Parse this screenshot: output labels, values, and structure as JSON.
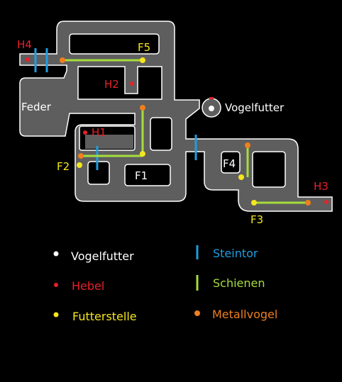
{
  "colors": {
    "vogelfutter": "#ffffff",
    "hebel": "#e8202a",
    "futterstelle": "#f5e61e",
    "steintor": "#1e9ee0",
    "schienen": "#a6dd3c",
    "metallvogel": "#f07f1e"
  },
  "map": {
    "rooms": {
      "feder": "Feder",
      "vogelfutter": "Vogelfutter"
    },
    "hebel": [
      {
        "id": "h1",
        "label": "H1"
      },
      {
        "id": "h2",
        "label": "H2"
      },
      {
        "id": "h3",
        "label": "H3"
      },
      {
        "id": "h4",
        "label": "H4"
      }
    ],
    "futterstellen": [
      {
        "id": "f1",
        "label": "F1"
      },
      {
        "id": "f2",
        "label": "F2"
      },
      {
        "id": "f3",
        "label": "F3"
      },
      {
        "id": "f4",
        "label": "F4"
      },
      {
        "id": "f5",
        "label": "F5"
      }
    ]
  },
  "legend": {
    "vogelfutter": "Vogelfutter",
    "hebel": "Hebel",
    "futterstelle": "Futterstelle",
    "steintor": "Steintor",
    "schienen": "Schienen",
    "metallvogel": "Metallvogel"
  }
}
